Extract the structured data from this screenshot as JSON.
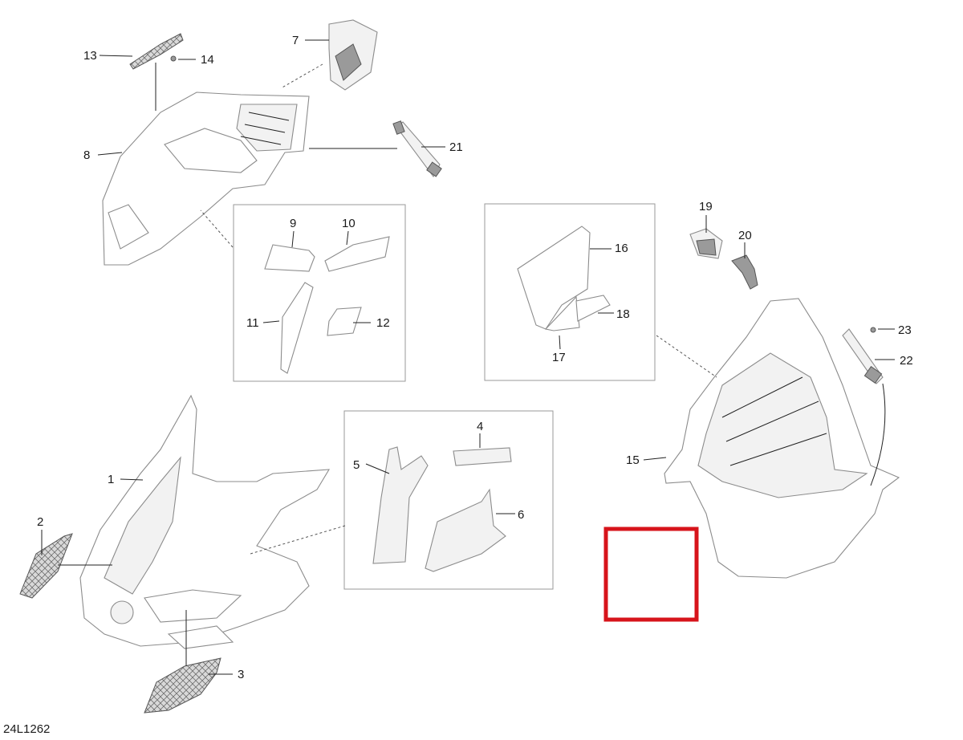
{
  "diagram": {
    "reference_code": "24L1262",
    "callouts": [
      {
        "id": "c1",
        "label": "1"
      },
      {
        "id": "c2",
        "label": "2"
      },
      {
        "id": "c3",
        "label": "3"
      },
      {
        "id": "c4",
        "label": "4"
      },
      {
        "id": "c5",
        "label": "5"
      },
      {
        "id": "c6",
        "label": "6"
      },
      {
        "id": "c7",
        "label": "7"
      },
      {
        "id": "c8",
        "label": "8"
      },
      {
        "id": "c9",
        "label": "9"
      },
      {
        "id": "c10",
        "label": "10"
      },
      {
        "id": "c11",
        "label": "11"
      },
      {
        "id": "c12",
        "label": "12"
      },
      {
        "id": "c13",
        "label": "13"
      },
      {
        "id": "c14",
        "label": "14"
      },
      {
        "id": "c15",
        "label": "15"
      },
      {
        "id": "c16",
        "label": "16"
      },
      {
        "id": "c17",
        "label": "17"
      },
      {
        "id": "c18",
        "label": "18"
      },
      {
        "id": "c19",
        "label": "19"
      },
      {
        "id": "c20",
        "label": "20"
      },
      {
        "id": "c21",
        "label": "21"
      },
      {
        "id": "c22",
        "label": "22"
      },
      {
        "id": "c23",
        "label": "23"
      }
    ],
    "highlight_color": "#d7141b"
  }
}
